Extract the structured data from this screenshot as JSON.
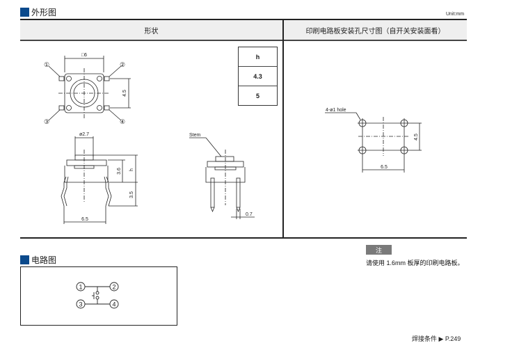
{
  "page": {
    "unit_label": "Unit:mm"
  },
  "outline_section": {
    "title": "外形图",
    "header_shape": "形状",
    "header_pcb": "印刷电路板安装孔尺寸图（自开关安装面看）",
    "height_table": {
      "header": "h",
      "values": [
        "4.3",
        "5"
      ]
    },
    "top_view": {
      "pin_labels": [
        "①",
        "②",
        "③",
        "④"
      ],
      "width_dim": "□6",
      "height_dim": "4.5"
    },
    "front_view": {
      "stem_dim": "ø2.7",
      "body_dim": "3.6",
      "h_dim": "h",
      "pin_dim": "3.5",
      "pitch_dim": "6.5"
    },
    "side_view": {
      "stem_label": "Stem",
      "pin_width_dim": "0.7"
    },
    "pcb_layout": {
      "hole_label": "4-ø1 hole",
      "vertical_dim": "4.5",
      "horizontal_dim": "6.5"
    }
  },
  "circuit_section": {
    "title": "电路图",
    "terminals": [
      "1",
      "2",
      "3",
      "4"
    ]
  },
  "note": {
    "badge": "注",
    "text": "请使用 1.6mm 板厚的印刷电路板。"
  },
  "footer": {
    "text": "焊接条件 ▶ P.249"
  },
  "colors": {
    "accent": "#0b4a8c",
    "header_bg": "#efefef",
    "note_badge_bg": "#7a7a7a"
  }
}
